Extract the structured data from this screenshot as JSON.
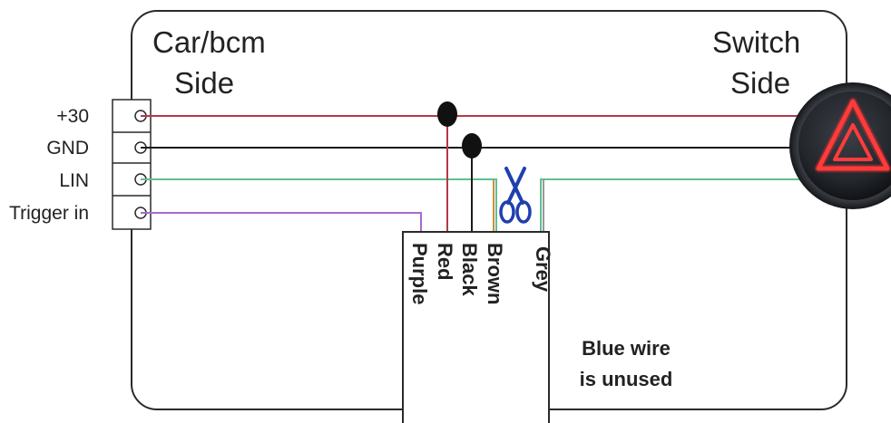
{
  "left_side": {
    "line1": "Car/bcm",
    "line2": "Side"
  },
  "right_side": {
    "line1": "Switch",
    "line2": "Side"
  },
  "pins": [
    {
      "label": "+30",
      "color": "#b23a48"
    },
    {
      "label": "GND",
      "color": "#1a1a1a"
    },
    {
      "label": "LIN",
      "color": "#5fbf93"
    },
    {
      "label": "Trigger in",
      "color": "#a66bd1"
    }
  ],
  "module_wires": [
    {
      "label": "Purple",
      "color": "#a66bd1"
    },
    {
      "label": "Red",
      "color": "#b23a48"
    },
    {
      "label": "Black",
      "color": "#1a1a1a"
    },
    {
      "label": "Brown",
      "color": "#c8913c"
    },
    {
      "label": "Grey",
      "color": "#999999"
    }
  ],
  "note": {
    "line1": "Blue wire",
    "line2": "is unused"
  },
  "icons": {
    "cut": "scissors-icon",
    "switch": "hazard-triangle-icon"
  },
  "colors": {
    "scissors": "#1e3fae",
    "hazard_glow": "#ff2a2a",
    "button_body": "#2a2d33"
  }
}
